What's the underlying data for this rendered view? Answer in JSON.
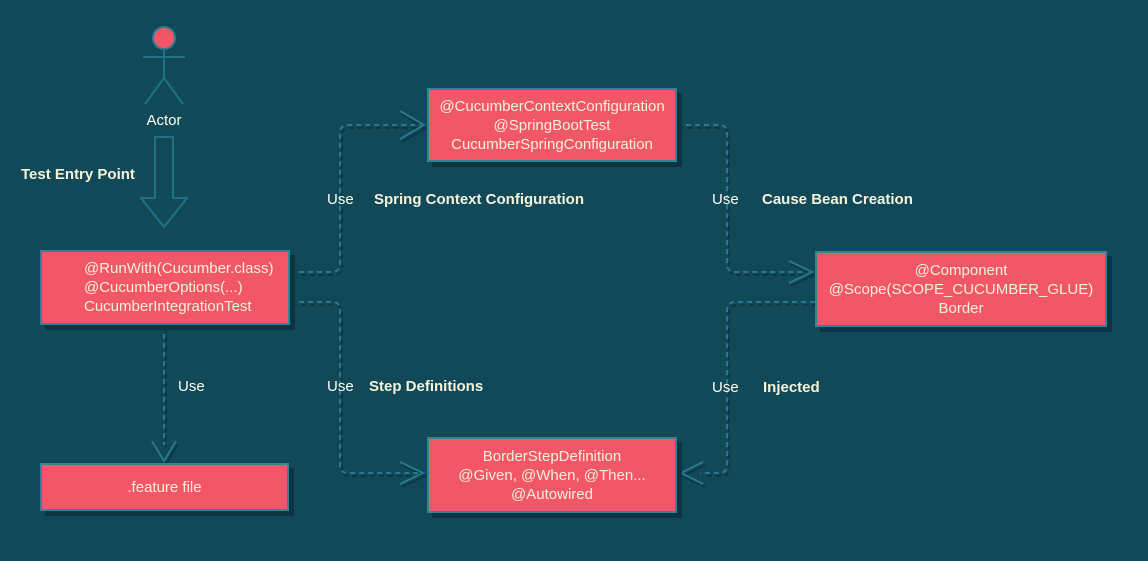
{
  "actor": {
    "label": "Actor"
  },
  "labels": {
    "test_entry_point": "Test Entry Point",
    "use": "Use",
    "spring_context_configuration": "Spring Context Configuration",
    "cause_bean_creation": "Cause Bean Creation",
    "step_definitions": "Step Definitions",
    "injected": "Injected"
  },
  "nodes": {
    "spring_config": {
      "lines": [
        "@CucumberContextConfiguration",
        "@SpringBootTest",
        "CucumberSpringConfiguration"
      ]
    },
    "runner": {
      "lines": [
        "@RunWith(Cucumber.class)",
        "@CucumberOptions(...)",
        "CucumberIntegrationTest"
      ]
    },
    "component": {
      "lines": [
        "@Component",
        "@Scope(SCOPE_CUCUMBER_GLUE)",
        "Border"
      ]
    },
    "step_definition": {
      "lines": [
        "BorderStepDefinition",
        "@Given, @When, @Then...",
        "@Autowired"
      ]
    },
    "feature_file": {
      "lines": [
        ".feature file"
      ]
    }
  },
  "colors": {
    "background": "#114959",
    "node_fill": "#f25767",
    "node_border": "#2f8496",
    "node_shadow": "#0d3442",
    "connector": "#27798d",
    "actor_head": "#f25666",
    "text_cream": "#f5f1d8",
    "label_white": "#fdfcf0"
  }
}
